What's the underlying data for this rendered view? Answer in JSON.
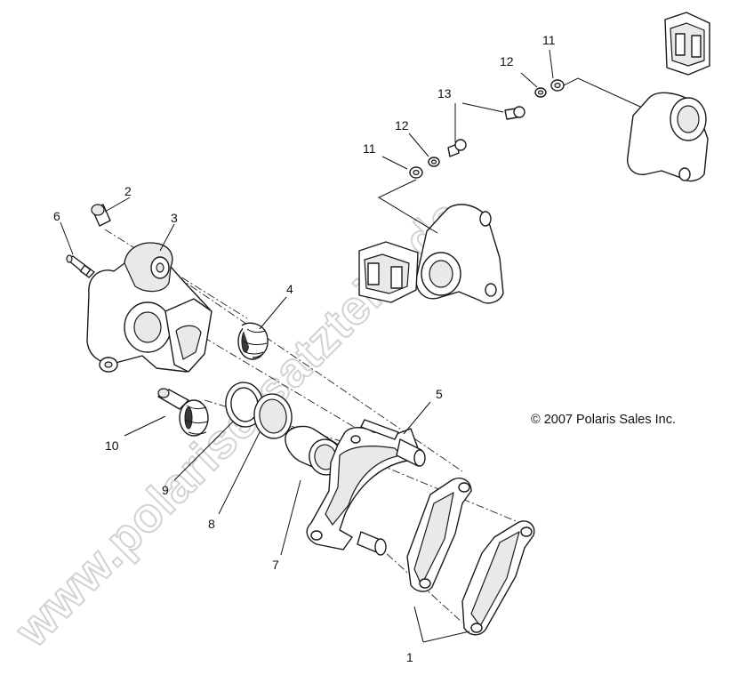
{
  "diagram": {
    "watermark": "www.polarisersatzteile.de",
    "copyright": "© 2007 Polaris Sales Inc.",
    "callouts": [
      "1",
      "2",
      "3",
      "4",
      "5",
      "6",
      "7",
      "8",
      "9",
      "10",
      "11",
      "12",
      "13",
      "12",
      "11"
    ]
  }
}
